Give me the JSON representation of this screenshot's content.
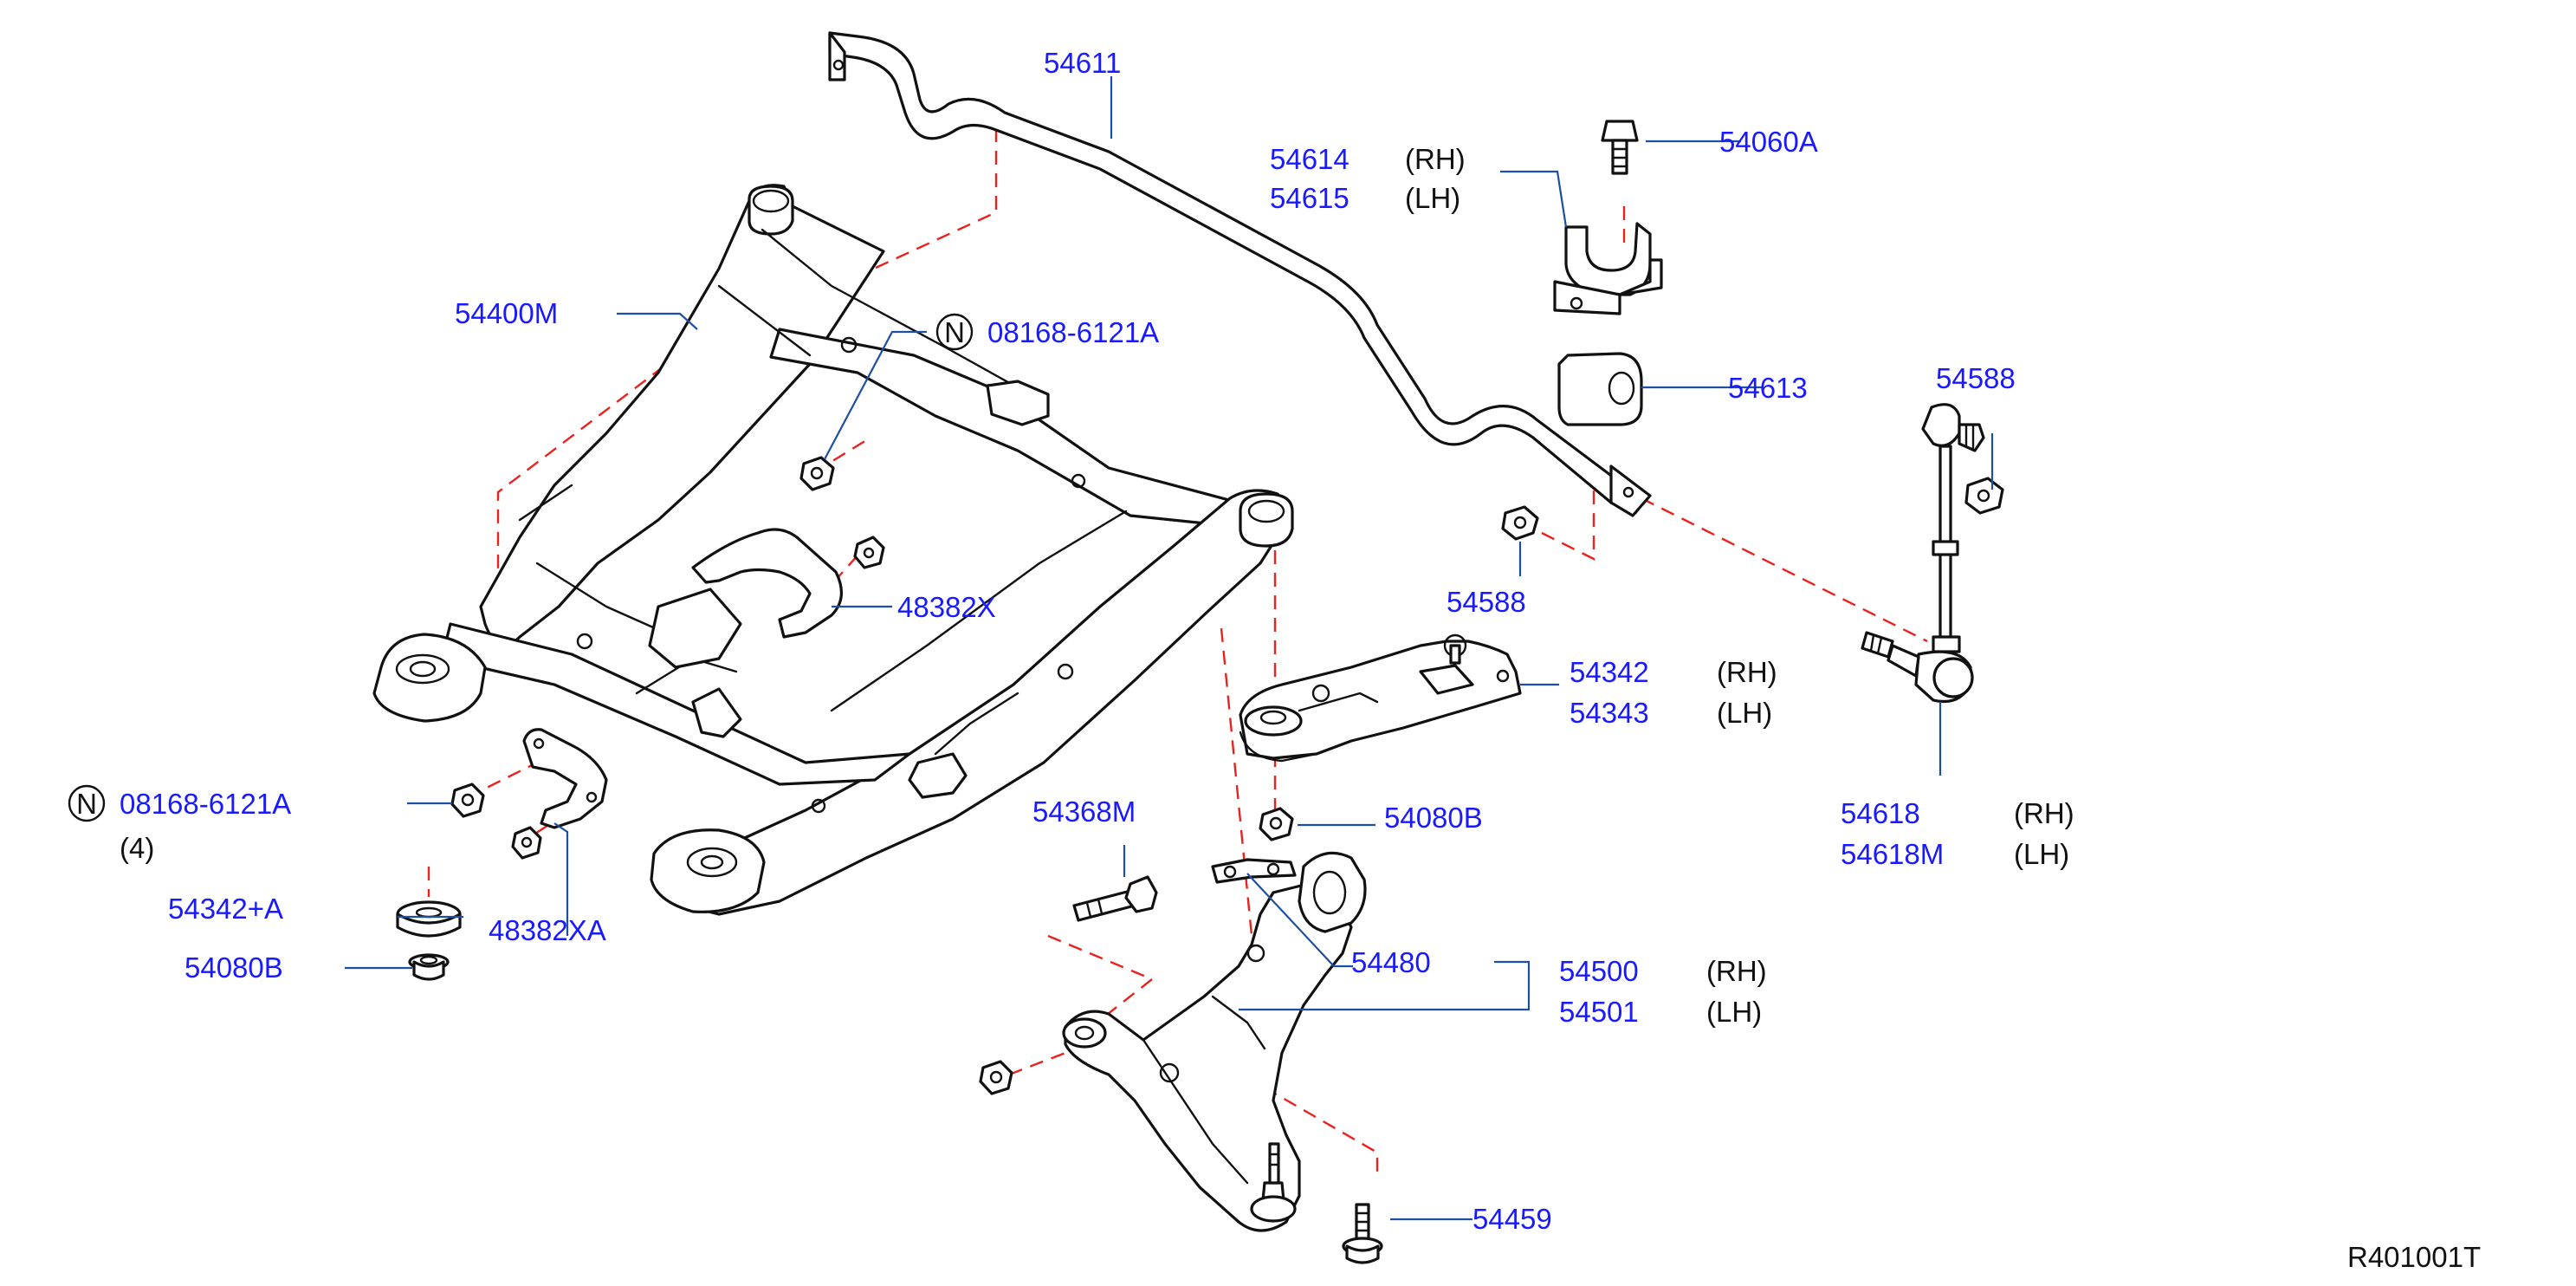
{
  "labels": {
    "stab_bar": "54611",
    "clamp_rh": "54614",
    "clamp_lh": "54615",
    "clamp_bolt": "54060A",
    "subframe": "54400M",
    "nut_n_top": "08168-6121A",
    "bushing_613": "54613",
    "link_nut_top": "54588",
    "link_nut_mid": "54588",
    "plate_x": "48382X",
    "mount_rh": "54342",
    "mount_lh": "54343",
    "link_rh": "54618",
    "link_lh": "54618M",
    "nut_n_left": "08168-6121A",
    "nut_n_left_qty": "(4)",
    "bushing_plus": "54342+A",
    "plate_xa": "48382XA",
    "nut_080b_left": "54080B",
    "nut_080b_mid": "54080B",
    "bolt_368m": "54368M",
    "arm_bolt_480": "54480",
    "arm_rh": "54500",
    "arm_lh": "54501",
    "bolt_459": "54459",
    "diagram_code": "R401001T"
  },
  "sides": {
    "rh": "(RH)",
    "lh": "(LH)"
  },
  "symbols": {
    "n_mark": "N"
  },
  "colors": {
    "part_number": "#1a1aff",
    "leader_line": "#1e4fa3",
    "hidden_line": "#e8231f",
    "outline": "#111111"
  }
}
